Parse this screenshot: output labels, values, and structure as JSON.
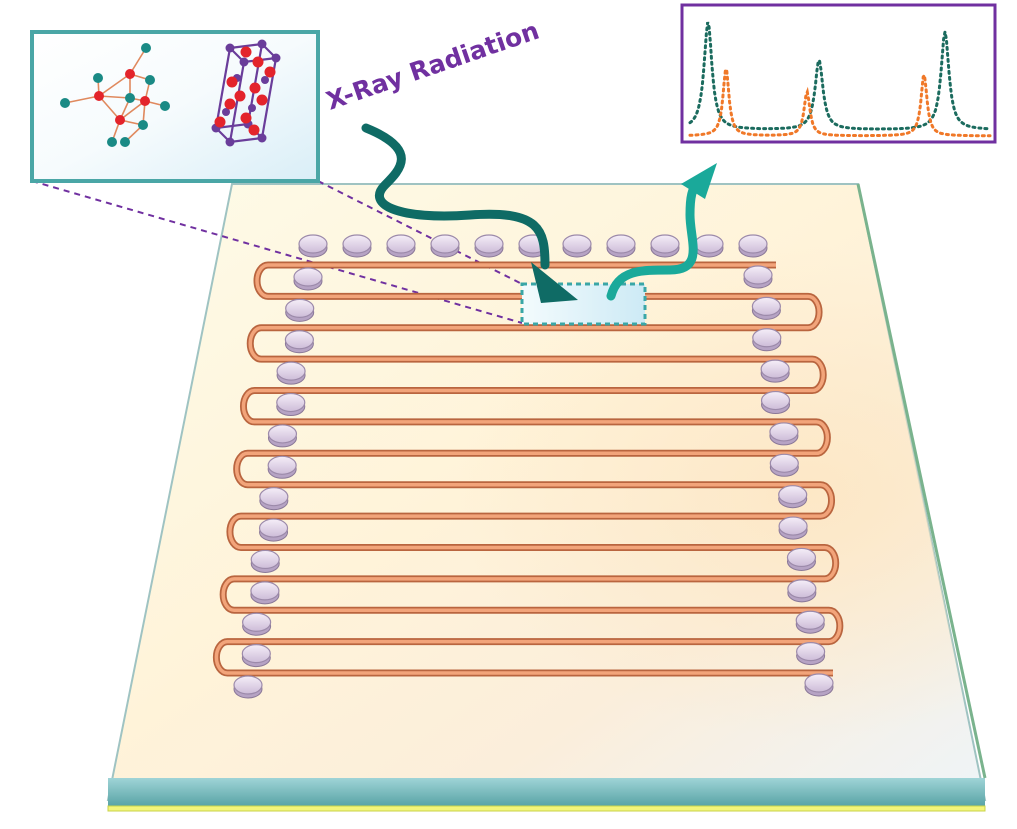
{
  "diagram": {
    "xray_label": "X-Ray Radiation",
    "colors": {
      "label": "#7030a0",
      "inset_border": "#4aa6a6",
      "graph_border": "#7030a0",
      "incoming_arrow": "#0f6b65",
      "outgoing_arrow": "#1aa99a",
      "tube": "#e0895e",
      "atom_teal": "#1a8a85",
      "atom_red": "#e3242b",
      "atom_purple": "#6a3d9a",
      "spectrum_series_1": "#1b6b5e",
      "spectrum_series_2": "#f07828",
      "sample_window": "#3aa6a6"
    },
    "icons": [
      "crystal-structure-icon",
      "unit-cell-icon",
      "diffraction-pattern-icon"
    ],
    "spectrum_peaks": {
      "series_1": [
        0.06,
        0.43,
        0.85
      ],
      "series_2": [
        0.12,
        0.39,
        0.78
      ]
    },
    "channel_loops": 14,
    "side_wells": 14,
    "top_wells": 11
  }
}
